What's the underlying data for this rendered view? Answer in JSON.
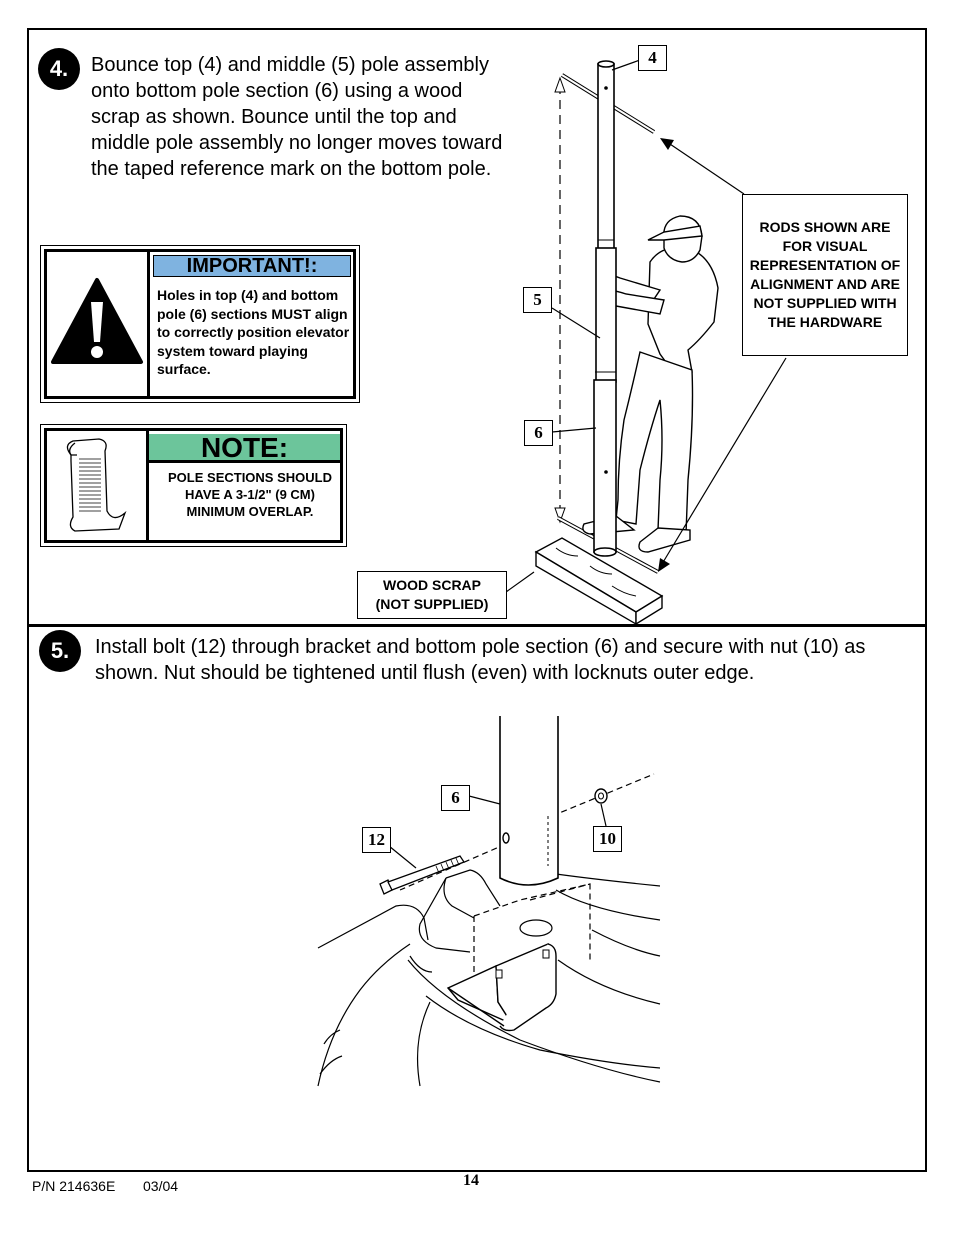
{
  "step4": {
    "number": "4.",
    "text": "Bounce top (4) and middle (5) pole assembly onto bottom pole section (6) using a wood scrap as shown. Bounce until the top and middle pole assembly no longer moves toward the taped reference mark on the bottom pole."
  },
  "important": {
    "header": "IMPORTANT!:",
    "header_color": "#7fb3e0",
    "text": "Holes in top (4) and bottom pole (6) sections MUST align to correctly position elevator system toward playing surface."
  },
  "note": {
    "header": "NOTE:",
    "header_color": "#6cc59b",
    "text": "POLE SECTIONS SHOULD HAVE A 3-1/2\" (9 CM) MINIMUM OVERLAP."
  },
  "rods_note": "RODS SHOWN ARE FOR VISUAL REPRESENTATION OF ALIGNMENT AND ARE NOT SUPPLIED WITH THE HARDWARE",
  "wood_scrap": {
    "line1": "WOOD SCRAP",
    "line2": "(NOT SUPPLIED)"
  },
  "callouts_step4": {
    "top_pole": "4",
    "middle_pole": "5",
    "bottom_pole": "6"
  },
  "step5": {
    "number": "5.",
    "text": "Install bolt (12) through bracket and bottom pole section (6) and secure with nut (10) as shown. Nut should be tightened until flush (even) with locknuts outer edge."
  },
  "callouts_step5": {
    "pole": "6",
    "bolt": "12",
    "nut": "10"
  },
  "footer": {
    "part_number": "P/N 214636E",
    "date": "03/04",
    "page": "14"
  }
}
